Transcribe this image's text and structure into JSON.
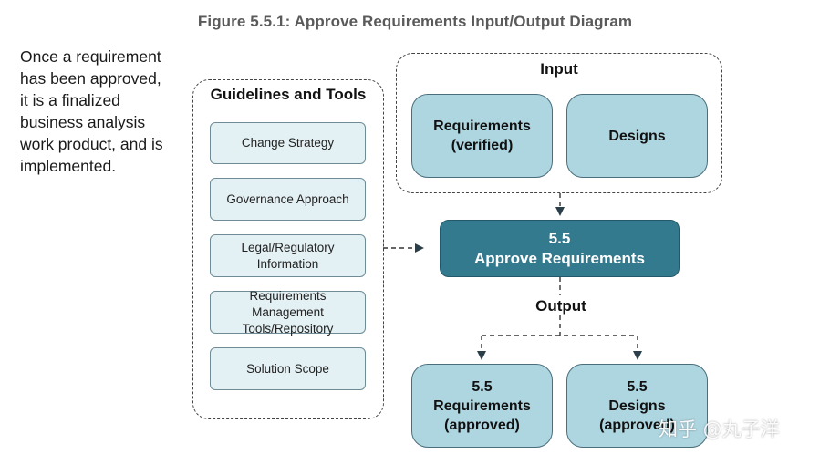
{
  "figure_title": "Figure 5.5.1: Approve Requirements Input/Output Diagram",
  "side_text": "Once a requirement has been approved, it is a finalized business analysis work product, and is implemented.",
  "guidelines": {
    "title": "Guidelines and Tools",
    "items": [
      "Change Strategy",
      "Governance Approach",
      "Legal/Regulatory Information",
      "Requirements Management Tools/Repository",
      "Solution Scope"
    ]
  },
  "input": {
    "title": "Input",
    "items": [
      "Requirements\n(verified)",
      "Designs"
    ]
  },
  "task": {
    "label": "5.5\nApprove Requirements"
  },
  "output": {
    "title": "Output",
    "items": [
      "5.5\nRequirements\n(approved)",
      "5.5\nDesigns\n(approved)"
    ]
  },
  "watermark": "知乎 @丸子洋",
  "colors": {
    "task_fill": "#347a8f",
    "io_fill": "#aed6e1",
    "tool_fill": "#e3f0f4"
  }
}
